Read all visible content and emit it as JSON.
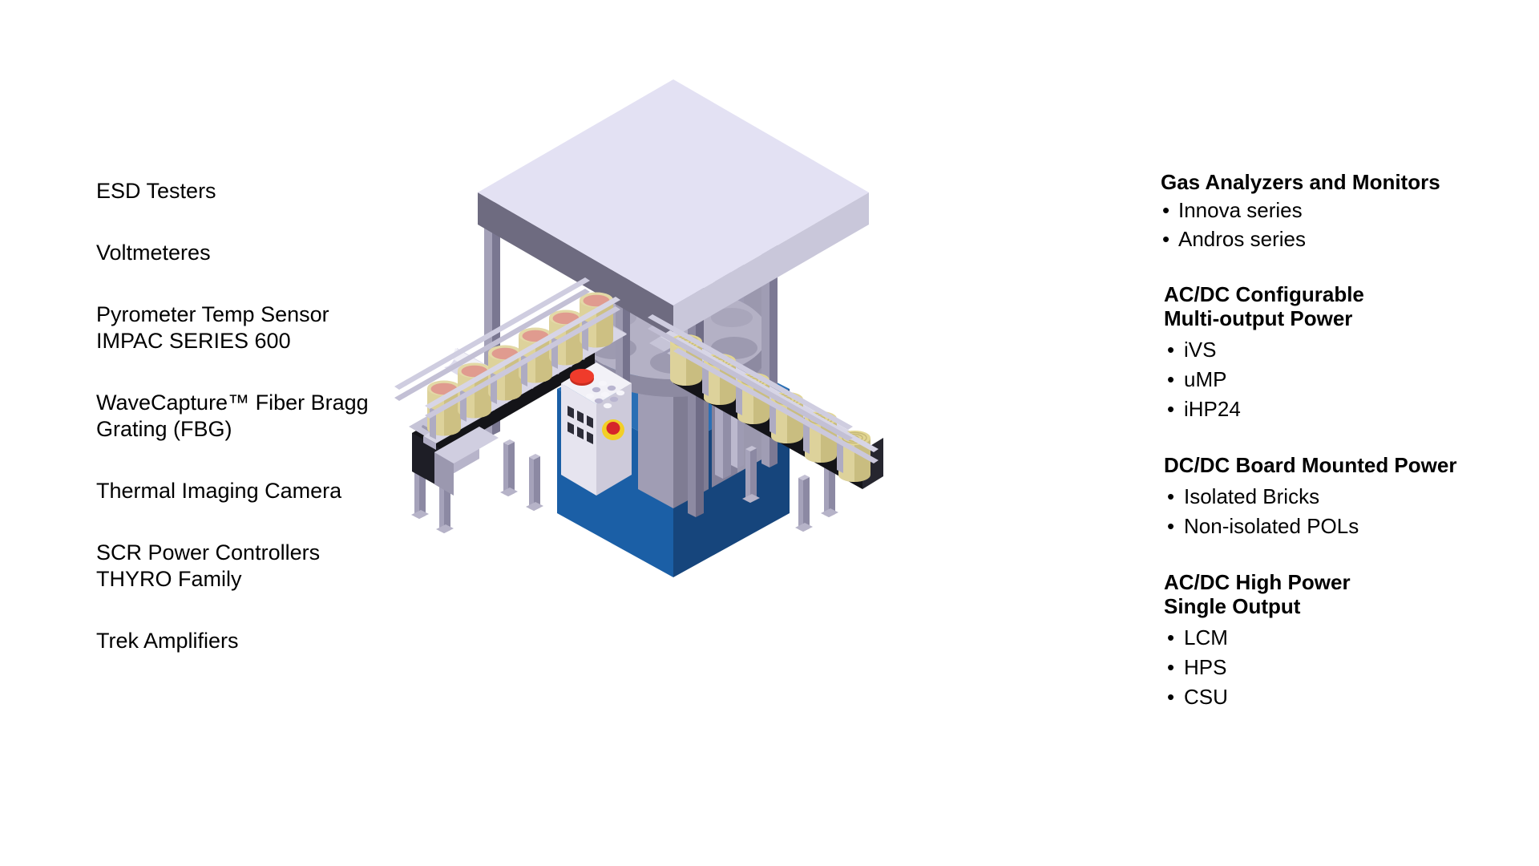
{
  "left_column": {
    "items": [
      {
        "label": "ESD Testers"
      },
      {
        "label": "Voltmeteres"
      },
      {
        "label": "Pyrometer Temp Sensor\nIMPAC SERIES 600"
      },
      {
        "label": "WaveCapture™ Fiber Bragg\nGrating (FBG)"
      },
      {
        "label": "Thermal Imaging Camera"
      },
      {
        "label": "SCR Power Controllers\nTHYRO Family"
      },
      {
        "label": "Trek Amplifiers"
      }
    ]
  },
  "right_column": {
    "groups": [
      {
        "title": "Gas Analyzers and Monitors",
        "bullets": [
          "Innova series",
          "Andros series"
        ]
      },
      {
        "title": "AC/DC Configurable\nMulti-output Power",
        "bullets": [
          "iVS",
          "uMP",
          "iHP24"
        ]
      },
      {
        "title": "DC/DC Board Mounted Power",
        "bullets": [
          "Isolated Bricks",
          "Non-isolated POLs"
        ]
      },
      {
        "title": "AC/DC High Power\nSingle Output",
        "bullets": [
          "LCM",
          "HPS",
          "CSU"
        ]
      }
    ]
  },
  "illustration": {
    "name": "isometric-canning-filling-machine",
    "description": "Isometric industrial can filling and seaming machine with two roller conveyors, rotary carousel, control pedestal and blue base",
    "parts": [
      "machine-canopy",
      "frame-posts",
      "rotary-carousel",
      "vertical-pipes",
      "blue-base",
      "left-conveyor-open-cans",
      "right-conveyor-sealed-cans",
      "control-panel",
      "feed-chute"
    ],
    "colors": {
      "canopy_top": "#e3e1f3",
      "canopy_face_dark": "#6e6b80",
      "canopy_face_light": "#c9c7da",
      "frame": "#9d9ab2",
      "frame_dark": "#6f6c82",
      "carousel_top": "#b3b0c4",
      "carousel_hole": "#9b98ae",
      "carousel_side": "#8d8aa1",
      "base_blue_light": "#1b5fa6",
      "base_blue_dark": "#16457c",
      "conveyor_black": "#141418",
      "rail": "#cfcde0",
      "rail_dark": "#a8a5bd",
      "roller": "#b9b7cb",
      "can_body": "#ddd299",
      "can_body_dark": "#c3b87e",
      "can_top_gold": "#e0d48f",
      "can_content": "#e09b8f",
      "panel_body": "#eceaf2",
      "panel_side": "#cdcada",
      "button_red": "#ef3b2b",
      "button_estop_yellow": "#f2cf26",
      "button_estop_red": "#d6252a",
      "button_dark": "#2c2c38",
      "button_light": "#f4f3f8",
      "button_lavender": "#b9b5d0",
      "chute": "#e6e4f0"
    }
  }
}
